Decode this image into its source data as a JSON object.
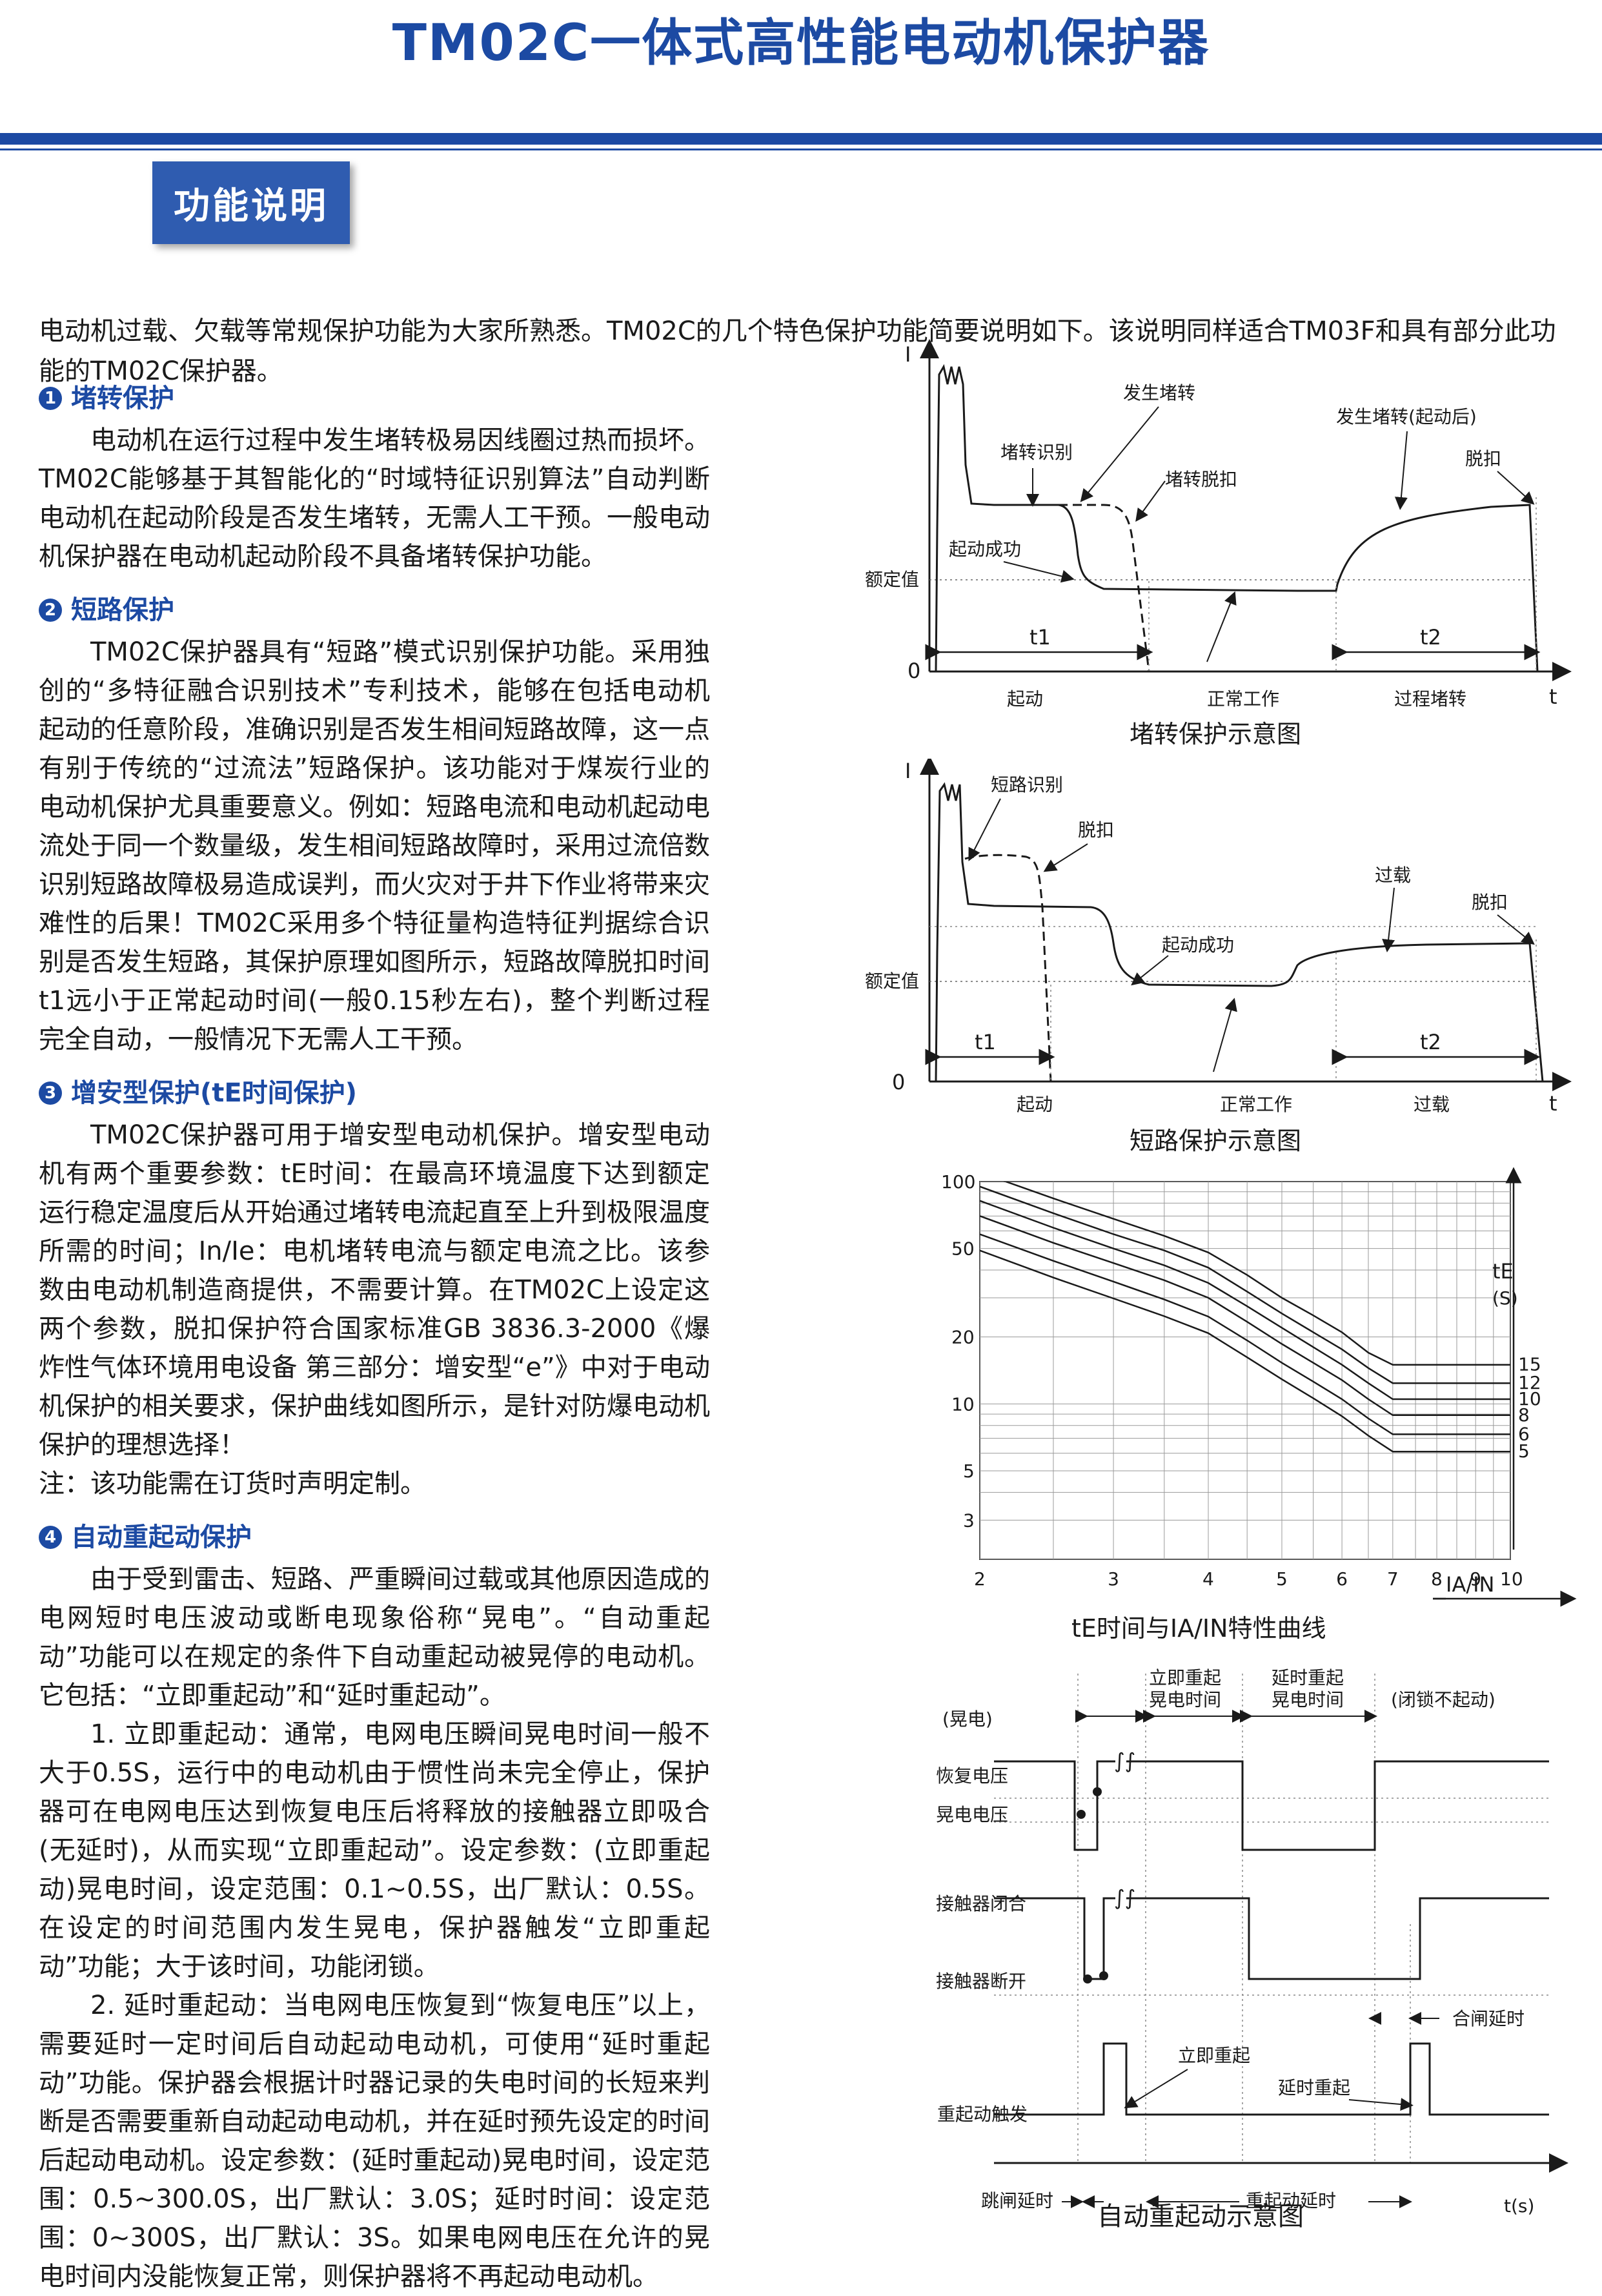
{
  "header": {
    "title": "TM02C一体式高性能电动机保护器",
    "section_badge": "功能说明"
  },
  "intro": "电动机过载、欠载等常规保护功能为大家所熟悉。TM02C的几个特色保护功能简要说明如下。该说明同样适合TM03F和具有部分此功能的TM02C保护器。",
  "sections": [
    {
      "num": "1",
      "title": "堵转保护",
      "paragraphs": [
        "电动机在运行过程中发生堵转极易因线圈过热而损坏。TM02C能够基于其智能化的“时域特征识别算法”自动判断电动机在起动阶段是否发生堵转，无需人工干预。一般电动机保护器在电动机起动阶段不具备堵转保护功能。"
      ]
    },
    {
      "num": "2",
      "title": "短路保护",
      "paragraphs": [
        "TM02C保护器具有“短路”模式识别保护功能。采用独创的“多特征融合识别技术”专利技术，能够在包括电动机起动的任意阶段，准确识别是否发生相间短路故障，这一点有别于传统的“过流法”短路保护。该功能对于煤炭行业的电动机保护尤具重要意义。例如：短路电流和电动机起动电流处于同一个数量级，发生相间短路故障时，采用过流倍数识别短路故障极易造成误判，而火灾对于井下作业将带来灾难性的后果！TM02C采用多个特征量构造特征判据综合识别是否发生短路，其保护原理如图所示，短路故障脱扣时间t1远小于正常起动时间(一般0.15秒左右)，整个判断过程完全自动，一般情况下无需人工干预。"
      ]
    },
    {
      "num": "3",
      "title": "增安型保护(tE时间保护)",
      "paragraphs": [
        "TM02C保护器可用于增安型电动机保护。增安型电动机有两个重要参数：tE时间：在最高环境温度下达到额定运行稳定温度后从开始通过堵转电流起直至上升到极限温度所需的时间；In/Ie：电机堵转电流与额定电流之比。该参数由电动机制造商提供，不需要计算。在TM02C上设定这两个参数，脱扣保护符合国家标准GB 3836.3-2000《爆炸性气体环境用电设备 第三部分：增安型“e”》中对于电动机保护的相关要求，保护曲线如图所示，是针对防爆电动机保护的理想选择！",
        "注：该功能需在订货时声明定制。"
      ]
    },
    {
      "num": "4",
      "title": "自动重起动保护",
      "paragraphs": [
        "由于受到雷击、短路、严重瞬间过载或其他原因造成的电网短时电压波动或断电现象俗称“晃电”。“自动重起动”功能可以在规定的条件下自动重起动被晃停的电动机。它包括：“立即重起动”和“延时重起动”。",
        "1. 立即重起动：通常，电网电压瞬间晃电时间一般不大于0.5S，运行中的电动机由于惯性尚未完全停止，保护器可在电网电压达到恢复电压后将释放的接触器立即吸合(无延时)，从而实现“立即重起动”。设定参数：(立即重起动)晃电时间，设定范围：0.1~0.5S，出厂默认：0.5S。在设定的时间范围内发生晃电，保护器触发“立即重起动”功能；大于该时间，功能闭锁。",
        "2. 延时重起动：当电网电压恢复到“恢复电压”以上，需要延时一定时间后自动起动电动机，可使用“延时重起动”功能。保护器会根据计时器记录的失电时间的长短来判断是否需要重新自动起动电动机，并在延时预先设定的时间后起动电动机。设定参数：(延时重起动)晃电时间，设定范围：0.5~300.0S，出厂默认：3.0S；延时时间：设定范围：0~300S，出厂默认：3S。如果电网电压在允许的晃电时间内没能恢复正常，则保护器将不再起动电动机。"
      ]
    }
  ],
  "figures": {
    "stall": {
      "caption": "堵转保护示意图",
      "y_axis": "I",
      "x_axis": "t",
      "origin": "0",
      "rated": "额定值",
      "labels": {
        "stall_occurs": "发生堵转",
        "stall_after_start": "发生堵转(起动后)",
        "stall_detect": "堵转识别",
        "trip": "脱扣",
        "stall_trip": "堵转脱扣",
        "start_success": "起动成功",
        "t1": "t1",
        "t2": "t2"
      },
      "phases": [
        "起动",
        "正常工作",
        "过程堵转"
      ]
    },
    "short": {
      "caption": "短路保护示意图",
      "y_axis": "I",
      "x_axis": "t",
      "origin": "0",
      "rated": "额定值",
      "labels": {
        "short_detect": "短路识别",
        "trip": "脱扣",
        "overload": "过载",
        "trip2": "脱扣",
        "start_success": "起动成功",
        "t1": "t1",
        "t2": "t2"
      },
      "phases": [
        "起动",
        "正常工作",
        "过载"
      ]
    },
    "te_curve": {
      "caption": "tE时间与IA/IN特性曲线",
      "y_title": "tE",
      "y_unit": "(S)",
      "x_title": "IA/IN",
      "right_labels": [
        "15",
        "12",
        "10",
        "8",
        "6",
        "5"
      ]
    },
    "restart": {
      "caption": "自动重起动示意图",
      "labels": {
        "voltage_dip": "(晃电)",
        "recover_v": "恢复电压",
        "dip_v": "晃电电压",
        "contactor_close": "接触器闭合",
        "contactor_open": "接触器断开",
        "restart_trigger": "重起动触发",
        "imm_restart_dip": "立即重起",
        "imm_restart_dip2": "晃电时间",
        "delay_restart_dip": "延时重起",
        "delay_restart_dip2": "晃电时间",
        "locked": "(闭锁不起动)",
        "close_delay": "合闸延时",
        "imm_restart": "立即重起",
        "delay_restart": "延时重起",
        "trip_delay": "跳闸延时",
        "restart_delay": "重起动延时",
        "t_unit": "t(s)"
      }
    }
  },
  "chart_data": {
    "type": "line",
    "title": "tE时间与IA/IN特性曲线",
    "xlabel": "IA/IN",
    "ylabel": "tE (S)",
    "x_scale": "log",
    "y_scale": "log",
    "xlim": [
      2,
      10
    ],
    "ylim": [
      2,
      100
    ],
    "x_ticks": [
      2,
      3,
      4,
      5,
      6,
      7,
      8,
      9,
      10
    ],
    "y_ticks": [
      3,
      5,
      10,
      20,
      50,
      100
    ],
    "x": [
      2,
      2.5,
      3,
      3.5,
      4,
      4.5,
      5,
      5.5,
      6,
      6.5,
      7,
      8,
      9,
      10
    ],
    "series": [
      {
        "name": "15",
        "values": [
          110,
          84,
          68,
          57,
          48,
          38,
          30,
          25,
          21,
          17,
          15,
          15,
          15,
          15
        ]
      },
      {
        "name": "12",
        "values": [
          95,
          72,
          58,
          49,
          41,
          32,
          25.5,
          21,
          17.6,
          14.5,
          12.4,
          12.4,
          12.4,
          12.4
        ]
      },
      {
        "name": "10",
        "values": [
          82,
          62,
          50,
          42,
          35,
          27.5,
          22,
          18,
          15,
          12.4,
          10.5,
          10.5,
          10.5,
          10.5
        ]
      },
      {
        "name": "8",
        "values": [
          70,
          53,
          43,
          36,
          30,
          23.4,
          18.6,
          15.3,
          12.8,
          10.5,
          8.9,
          8.9,
          8.9,
          8.9
        ]
      },
      {
        "name": "6",
        "values": [
          58,
          44,
          35.5,
          29.5,
          24.7,
          19.3,
          15.3,
          12.6,
          10.5,
          8.6,
          7.3,
          7.3,
          7.3,
          7.3
        ]
      },
      {
        "name": "5",
        "values": [
          49,
          37,
          29.8,
          24.8,
          20.8,
          16.2,
          12.9,
          10.6,
          8.8,
          7.2,
          6.1,
          6.1,
          6.1,
          6.1
        ]
      }
    ]
  }
}
